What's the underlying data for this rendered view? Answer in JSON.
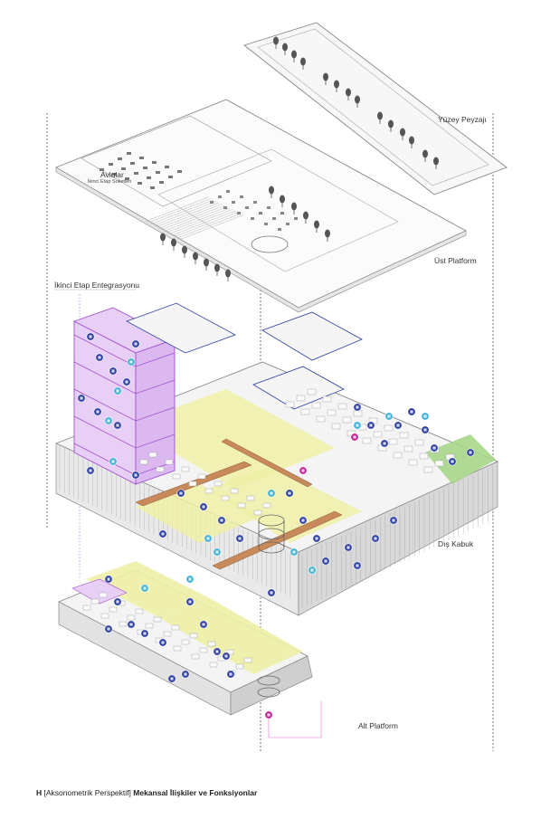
{
  "labels": {
    "yuzey": "Yüzey Peyzajı",
    "avlular": "Avlular",
    "ikinci_soket": "İkinci Etap Soketleri",
    "ust": "Üst Platform",
    "entegrasyon": "İkinci Etap Entegrasyonu",
    "dis": "Dış Kabuk",
    "alt": "Alt Platform"
  },
  "caption": {
    "letter": "H",
    "bracket": "[Aksonometrik Perspektif]",
    "title": "Mekansal İlişkiler ve Fonksiyonlar"
  },
  "colors": {
    "line": "#9a9a9a",
    "yellow": "#eef0a6",
    "purple": "#b583e6",
    "purple_light": "#e8cff5",
    "blue": "#2d3fa0",
    "cyan": "#3fb2d6",
    "green": "#a9d68a",
    "brown": "#c98a5b",
    "tree": "#555555",
    "magenta": "#c0229a"
  }
}
